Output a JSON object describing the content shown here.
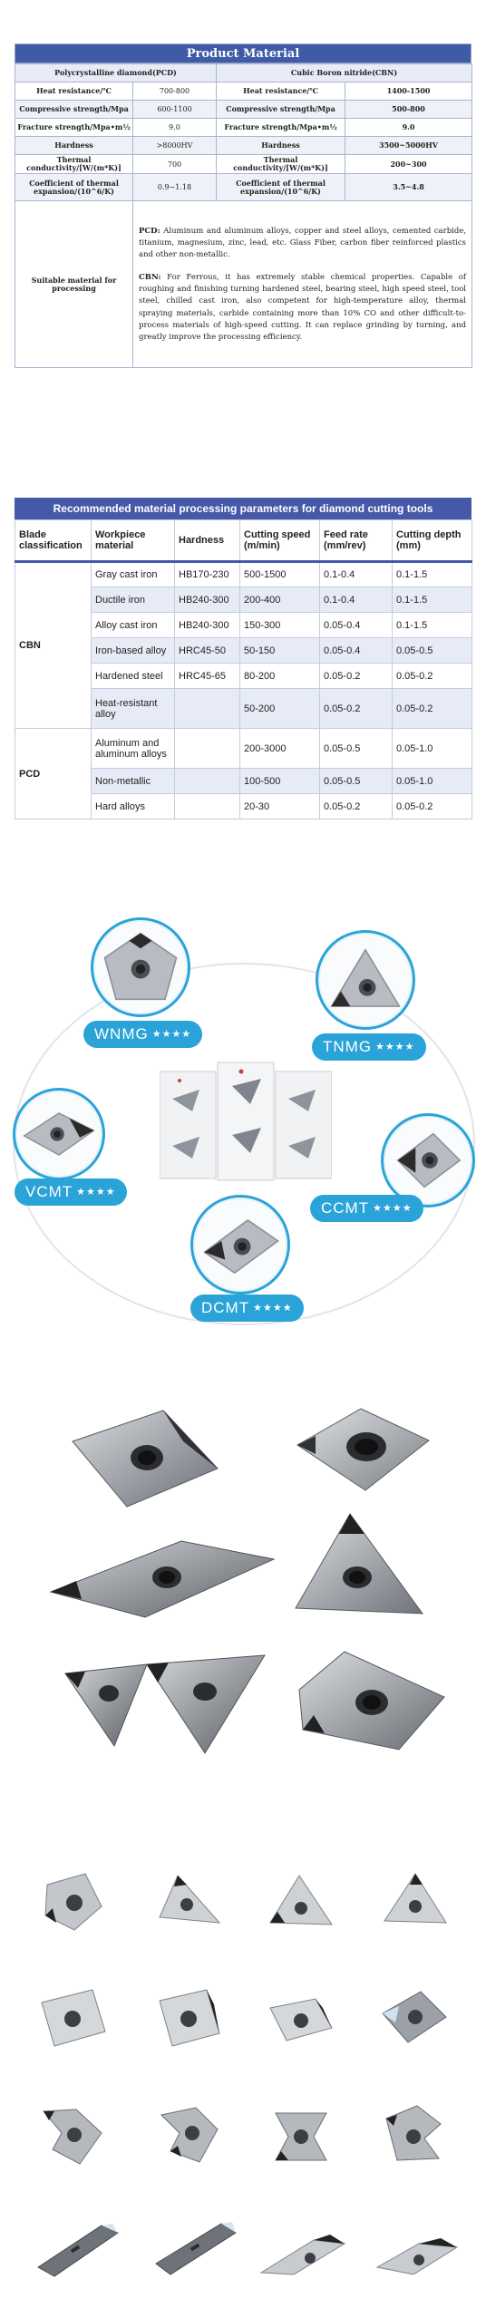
{
  "material": {
    "title": "Product Material",
    "col_pcd": "Polycrystalline diamond(PCD)",
    "col_cbn": "Cubic Boron nitride(CBN)",
    "rows": [
      {
        "pcd_label": "Heat resistance/℃",
        "pcd_value": "700-800",
        "cbn_label": "Heat resistance/℃",
        "cbn_value": "1400-1500"
      },
      {
        "pcd_label": "Compressive strength/Mpa",
        "pcd_value": "600-1100",
        "cbn_label": "Compressive strength/Mpa",
        "cbn_value": "500-800"
      },
      {
        "pcd_label": "Fracture strength/Mpa•m½",
        "pcd_value": "9.0",
        "cbn_label": "Fracture strength/Mpa•m½",
        "cbn_value": "9.0"
      },
      {
        "pcd_label": "Hardness",
        "pcd_value": ">8000HV",
        "cbn_label": "Hardness",
        "cbn_value": "3500~5000HV"
      },
      {
        "pcd_label": "Thermal conductivity/[W/(m*K)]",
        "pcd_value": "700",
        "cbn_label": "Thermal conductivity/[W/(m*K)]",
        "cbn_value": "200~300"
      },
      {
        "pcd_label": "Coefficient of thermal expansion/(10^6/K)",
        "pcd_value": "0.9~1.18",
        "cbn_label": "Coefficient of thermal expansion/(10^6/K)",
        "cbn_value": "3.5~4.8"
      }
    ],
    "suitable_label": "Suitable material for processing",
    "pcd_key": "PCD:",
    "pcd_text": " Aluminum and aluminum alloys, copper and steel alloys, cemented carbide, titanium, magnesium, zinc, lead, etc. Glass Fiber, carbon fiber reinforced plastics and other non-metallic.",
    "cbn_key": "CBN:",
    "cbn_text": " For Ferrous, it has extremely stable chemical properties. Capable of roughing and finishing turning hardened steel, bearing steel, high speed steel, tool steel, chilled cast iron, also competent for high-temperature alloy, thermal spraying materials, carbide containing more than 10% CO and other difficult-to-process materials of high-speed cutting. It can replace grinding by turning, and greatly improve the processing efficiency."
  },
  "params": {
    "title": "Recommended material processing parameters for diamond cutting tools",
    "headers": [
      "Blade classification",
      "Workpiece material",
      "Hardness",
      "Cutting speed (m/min)",
      "Feed rate (mm/rev)",
      "Cutting depth (mm)"
    ],
    "groups": [
      {
        "blade": "CBN",
        "rows": [
          {
            "material": "Gray cast iron",
            "hardness": "HB170-230",
            "speed": "500-1500",
            "feed": "0.1-0.4",
            "depth": "0.1-1.5"
          },
          {
            "material": "Ductile iron",
            "hardness": "HB240-300",
            "speed": "200-400",
            "feed": "0.1-0.4",
            "depth": "0.1-1.5"
          },
          {
            "material": "Alloy cast iron",
            "hardness": "HB240-300",
            "speed": "150-300",
            "feed": "0.05-0.4",
            "depth": "0.1-1.5"
          },
          {
            "material": "Iron-based alloy",
            "hardness": "HRC45-50",
            "speed": "50-150",
            "feed": "0.05-0.4",
            "depth": "0.05-0.5"
          },
          {
            "material": "Hardened steel",
            "hardness": "HRC45-65",
            "speed": "80-200",
            "feed": "0.05-0.2",
            "depth": "0.05-0.2"
          },
          {
            "material": "Heat-resistant alloy",
            "hardness": "",
            "speed": "50-200",
            "feed": "0.05-0.2",
            "depth": "0.05-0.2"
          }
        ]
      },
      {
        "blade": "PCD",
        "rows": [
          {
            "material": "Aluminum and aluminum alloys",
            "hardness": "",
            "speed": "200-3000",
            "feed": "0.05-0.5",
            "depth": "0.05-1.0"
          },
          {
            "material": "Non-metallic",
            "hardness": "",
            "speed": "100-500",
            "feed": "0.05-0.5",
            "depth": "0.05-1.0"
          },
          {
            "material": "Hard alloys",
            "hardness": "",
            "speed": "20-30",
            "feed": "0.05-0.2",
            "depth": "0.05-0.2"
          }
        ]
      }
    ]
  },
  "insert_types": {
    "wnmg": "WNMG",
    "tnmg": "TNMG",
    "vcmt": "VCMT",
    "ccmt": "CCMT",
    "dcmt": "DCMT",
    "stars": "★★★★",
    "accent": "#2aa3d9",
    "tip_color": "#2b2b2b"
  }
}
